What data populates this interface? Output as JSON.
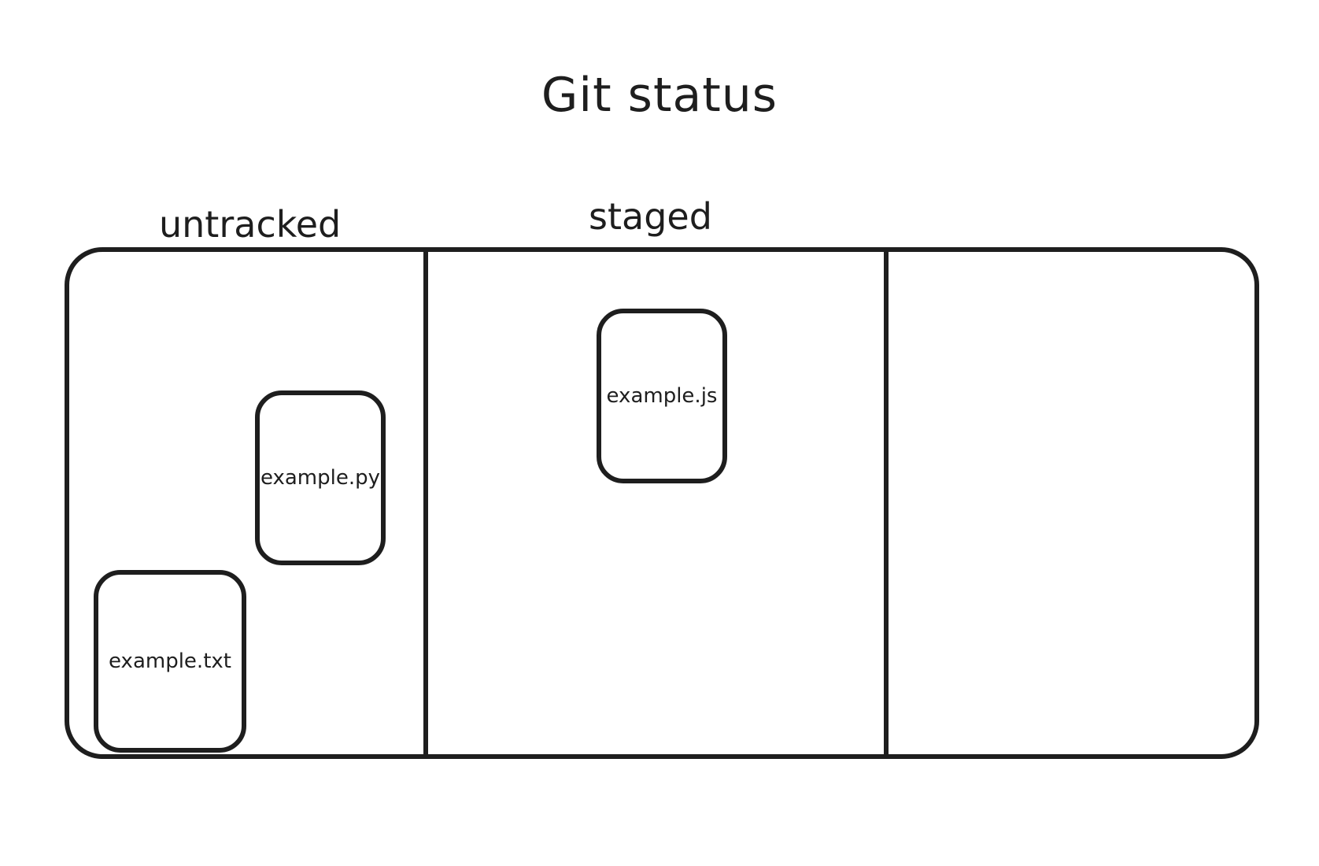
{
  "title": "Git status",
  "columns": [
    {
      "label": "untracked",
      "files": [
        "example.py",
        "example.txt"
      ]
    },
    {
      "label": "staged",
      "files": [
        "example.js"
      ]
    },
    {
      "label": "",
      "files": []
    }
  ],
  "colors": {
    "stroke": "#1e1e1e",
    "background": "#ffffff"
  }
}
